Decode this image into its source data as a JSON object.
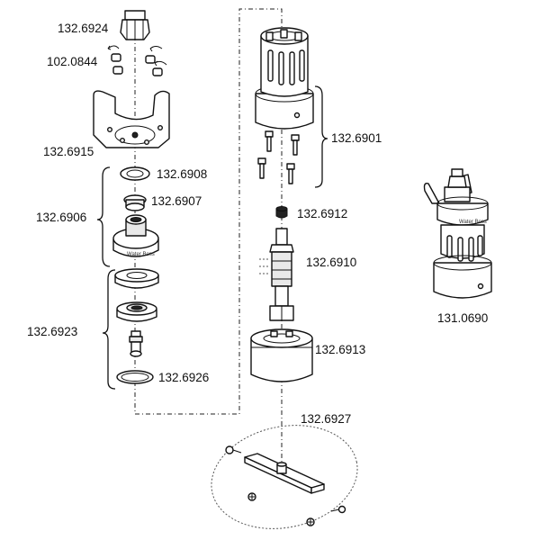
{
  "labels": {
    "p_132_6924": "132.6924",
    "p_102_0844": "102.0844",
    "p_132_6915": "132.6915",
    "p_132_6908": "132.6908",
    "p_132_6907": "132.6907",
    "p_132_6906": "132.6906",
    "p_132_6923": "132.6923",
    "p_132_6926": "132.6926",
    "p_132_6901": "132.6901",
    "p_132_6912": "132.6912",
    "p_132_6910": "132.6910",
    "p_132_6913": "132.6913",
    "p_132_6927": "132.6927",
    "p_131_0690": "131.0690"
  },
  "imprints": {
    "base_flange": "Water Boss",
    "assembly": "Water Boss"
  },
  "colors": {
    "line": "#111111",
    "fill": "#ffffff",
    "shade": "#e9e9e9"
  }
}
